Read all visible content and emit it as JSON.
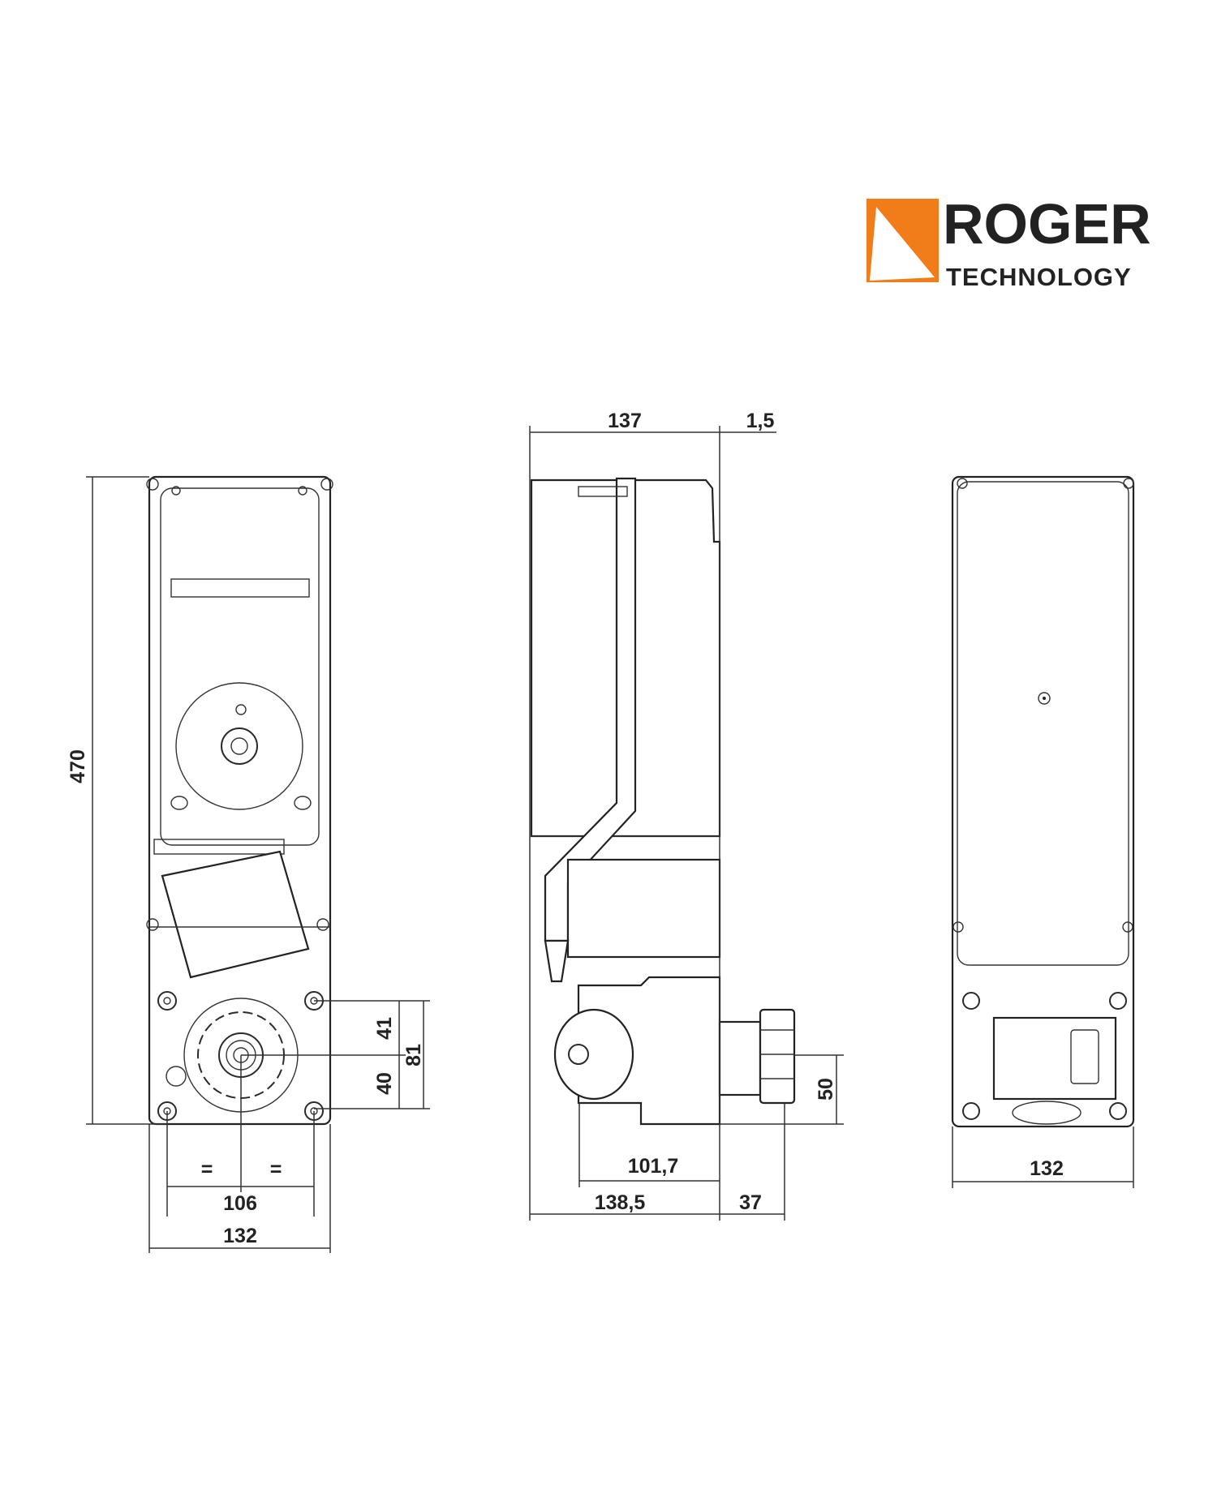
{
  "logo": {
    "line1": "ROGER",
    "line2": "TECHNOLOGY",
    "accent_color": "#f07d1a"
  },
  "front_view": {
    "height": "470",
    "upper_offset": "41",
    "lower_offset": "40",
    "fixing_height": "81",
    "equal_left": "=",
    "equal_right": "=",
    "fixing_width": "106",
    "width": "132"
  },
  "side_view": {
    "depth_top": "137",
    "offset_top": "1,5",
    "gearbox_depth": "101,7",
    "depth_bottom": "138,5",
    "pinion_projection": "37",
    "pinion_height": "50"
  },
  "rear_view": {
    "width": "132"
  }
}
